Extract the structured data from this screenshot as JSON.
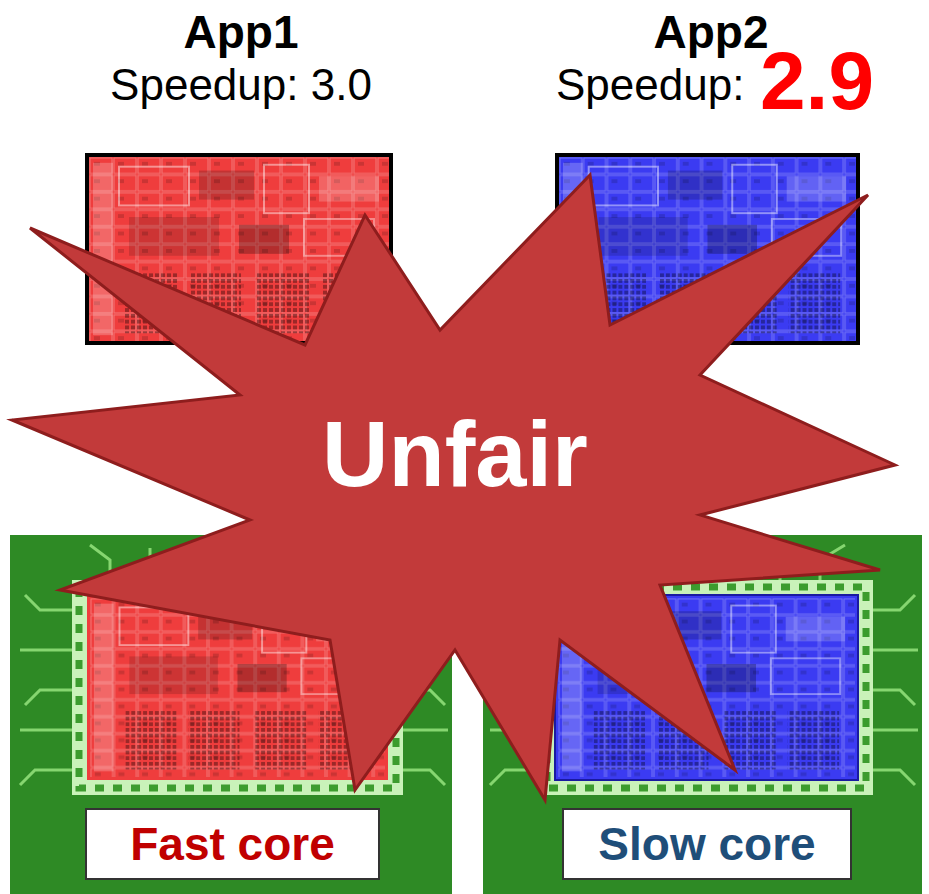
{
  "diagram": {
    "nodes": [
      {
        "text": [
          "App1",
          "Speedup: 3.0"
        ]
      },
      {
        "text": [
          "App2",
          "Speedup:"
        ]
      },
      {
        "text": [
          "Fast core"
        ]
      },
      {
        "text": [
          "Slow core"
        ]
      },
      {
        "text": [
          "Unfair"
        ]
      }
    ],
    "labels": [
      "2.9"
    ]
  }
}
